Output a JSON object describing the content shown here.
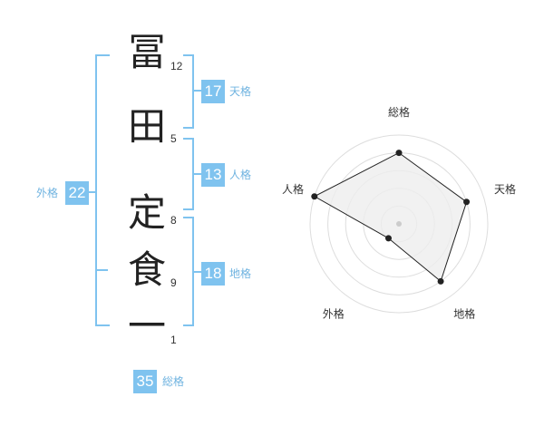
{
  "name": {
    "characters": [
      {
        "char": "冨",
        "strokes": "12"
      },
      {
        "char": "田",
        "strokes": "5"
      },
      {
        "char": "定",
        "strokes": "8"
      },
      {
        "char": "食",
        "strokes": "9"
      },
      {
        "char": "一",
        "strokes": "1"
      }
    ]
  },
  "fortunes": {
    "tenkaku": {
      "value": "17",
      "label": "天格"
    },
    "jinkaku": {
      "value": "13",
      "label": "人格"
    },
    "chikaku": {
      "value": "18",
      "label": "地格"
    },
    "gaikaku": {
      "value": "22",
      "label": "外格"
    },
    "soukaku": {
      "value": "35",
      "label": "総格"
    }
  },
  "colors": {
    "accent": "#7fc3ef",
    "label_text": "#6fb3e0",
    "radar_fill": "#eeeeee",
    "radar_line": "#222222",
    "grid": "#dddddd"
  },
  "chart_data": {
    "type": "radar",
    "axes": [
      "総格",
      "天格",
      "地格",
      "外格",
      "人格"
    ],
    "values": [
      0.8,
      0.8,
      0.8,
      0.2,
      1.0
    ],
    "rings": 5,
    "range": [
      0,
      1
    ]
  }
}
